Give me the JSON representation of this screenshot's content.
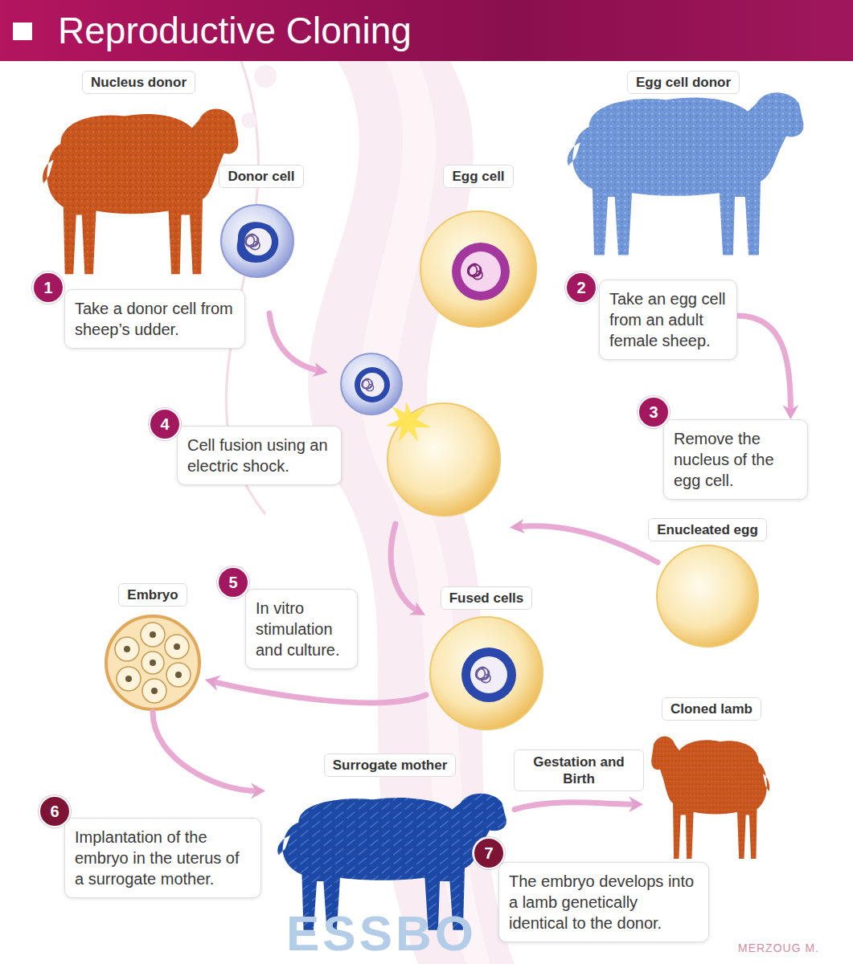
{
  "diagram": {
    "title": "Reproductive Cloning",
    "nodes": [
      {
        "text": [
          "Nucleus donor"
        ]
      },
      {
        "text": [
          "Donor cell"
        ]
      },
      {
        "text": [
          "Egg cell"
        ]
      },
      {
        "text": [
          "Egg cell donor"
        ]
      },
      {
        "text": [
          "Take a donor cell from sheep’s udder."
        ]
      },
      {
        "text": [
          "Take an egg cell from an adult female sheep."
        ]
      },
      {
        "text": [
          "Cell fusion using an electric shock."
        ]
      },
      {
        "text": [
          "Remove the nucleus of the egg cell."
        ]
      },
      {
        "text": [
          "Enucleated egg"
        ]
      },
      {
        "text": [
          "Embryo"
        ]
      },
      {
        "text": [
          "In vitro stimulation and culture."
        ]
      },
      {
        "text": [
          "Fused cells"
        ]
      },
      {
        "text": [
          "Surrogate mother"
        ]
      },
      {
        "text": [
          "Cloned lamb"
        ]
      },
      {
        "text": [
          "Implantation of the embryo in the uterus of a surrogate mother."
        ]
      },
      {
        "text": [
          "The embryo develops into a lamb genetically identical to the donor."
        ]
      }
    ],
    "edges": [
      {
        "from": 5,
        "to": 7,
        "arrow": "to"
      },
      {
        "from": 11,
        "to": 9,
        "arrow": "to"
      },
      {
        "from": 9,
        "to": 12,
        "arrow": "to"
      },
      {
        "from": 12,
        "to": 13,
        "label": "Gestation and Birth",
        "arrow": "to"
      }
    ],
    "labels": [
      "1",
      "2",
      "3",
      "4",
      "5",
      "6",
      "7",
      "ESSBO",
      "MERZOUG M."
    ]
  }
}
